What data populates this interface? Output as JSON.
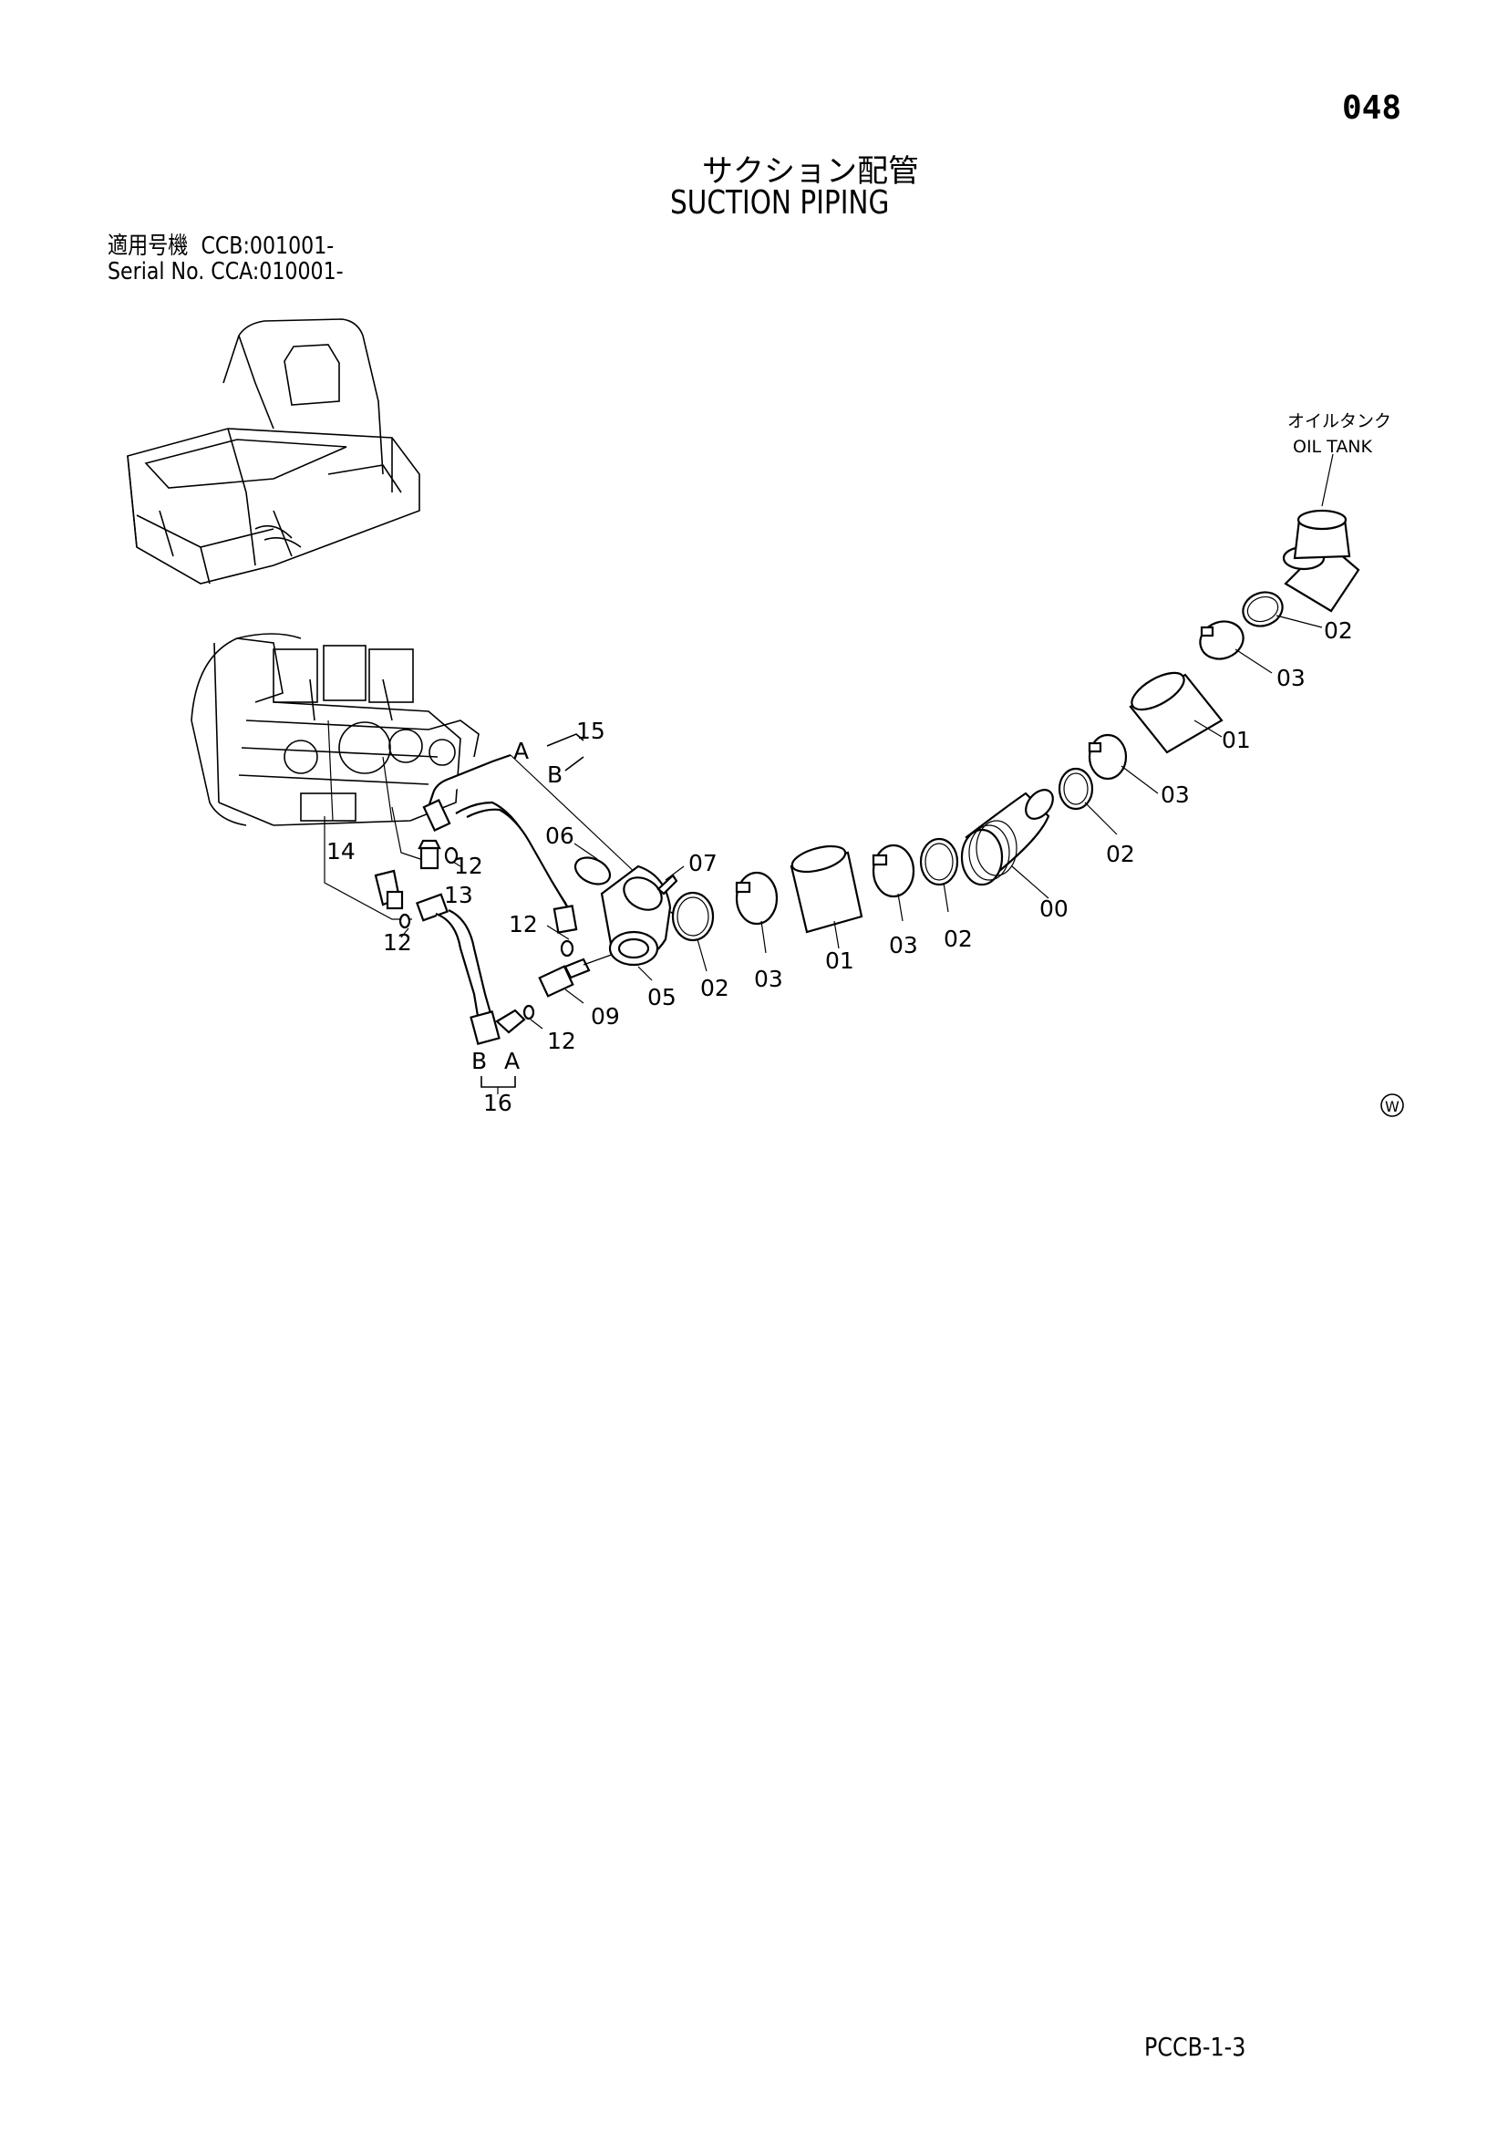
{
  "header": {
    "page_number": "048",
    "title_jp": "サクション配管",
    "title_en": "SUCTION PIPING",
    "serial_line_1": "適用号機  CCB:001001-",
    "serial_line_2": "Serial No. CCA:010001-"
  },
  "callouts": {
    "oil_tank_jp": "オイルタンク",
    "oil_tank_en": "OIL TANK",
    "p02": "02",
    "p03": "03",
    "p01": "01",
    "p00": "00",
    "p05": "05",
    "p06": "06",
    "p07": "07",
    "p09": "09",
    "p12": "12",
    "p13": "13",
    "p14": "14",
    "p15": "15",
    "p16": "16",
    "a": "A",
    "b": "B"
  },
  "stamp": "W",
  "footer": {
    "code": "PCCB-1-3"
  }
}
